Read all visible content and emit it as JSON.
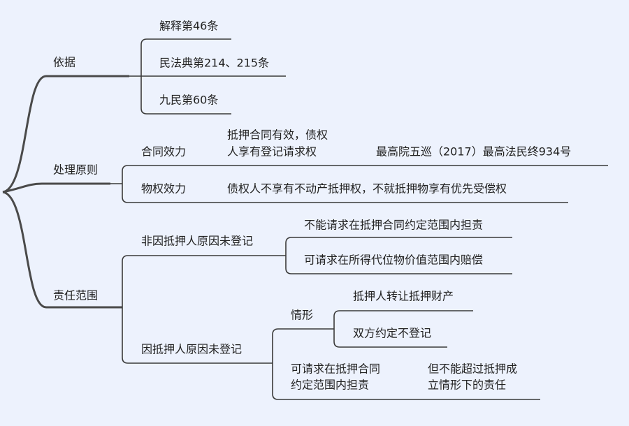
{
  "mindmap": {
    "basis": {
      "label": "依据",
      "children": [
        "解释第46条",
        "民法典第214、215条",
        "九民第60条"
      ]
    },
    "principles": {
      "label": "处理原则",
      "contract": {
        "label": "合同效力",
        "detail_line1": "抵押合同有效，债权",
        "detail_line2": "人享有登记请求权",
        "case": "最高院五巡（2017）最高法民终934号"
      },
      "property": {
        "label": "物权效力",
        "detail": "债权人不享有不动产抵押权，不就抵押物享有优先受偿权"
      }
    },
    "scope": {
      "label": "责任范围",
      "not_mortgagor": {
        "label": "非因抵押人原因未登记",
        "children": [
          "不能请求在抵押合同约定范围内担责",
          "可请求在所得代位物价值范围内赔偿"
        ]
      },
      "mortgagor": {
        "label": "因抵押人原因未登记",
        "situations": {
          "label": "情形",
          "children": [
            "抵押人转让抵押财产",
            "双方约定不登记"
          ]
        },
        "claim_line1": "可请求在抵押合同",
        "claim_line2": "约定范围内担责",
        "limit_line1": "但不能超过抵押成",
        "limit_line2": "立情形下的责任"
      }
    }
  }
}
